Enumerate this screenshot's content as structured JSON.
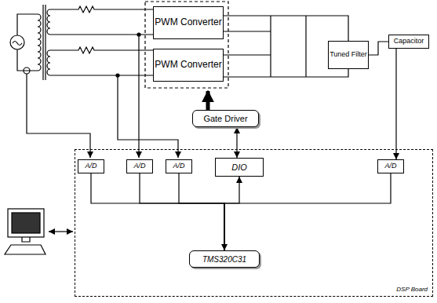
{
  "diagram": {
    "nodes": [
      {
        "text": [
          "PWM Converter"
        ]
      },
      {
        "text": [
          "PWM Converter"
        ]
      },
      {
        "text": [
          "Tuned Filter"
        ]
      },
      {
        "text": [
          "Capacitor"
        ]
      },
      {
        "text": [
          "Gate Driver"
        ]
      },
      {
        "text": [
          "DSP Board"
        ]
      },
      {
        "text": [
          "A/D"
        ],
        "in": 5
      },
      {
        "text": [
          "A/D"
        ],
        "in": 5
      },
      {
        "text": [
          "A/D"
        ],
        "in": 5
      },
      {
        "text": [
          "DIO"
        ],
        "in": 5
      },
      {
        "text": [
          "A/D"
        ],
        "in": 5
      },
      {
        "text": [
          "TMS320C31"
        ],
        "in": 5
      }
    ],
    "edges": [
      {
        "from": 4,
        "to": 1,
        "arrow": "to"
      },
      {
        "from": 4,
        "to": 9,
        "arrow": "both"
      },
      {
        "from": 0,
        "to": 2,
        "arrow": "none"
      },
      {
        "from": 1,
        "to": 2,
        "arrow": "none"
      },
      {
        "from": 2,
        "to": 3,
        "arrow": "none"
      },
      {
        "from": 3,
        "to": 10,
        "arrow": "to"
      },
      {
        "from": 6,
        "to": 11,
        "arrow": "none"
      },
      {
        "from": 7,
        "to": 11,
        "arrow": "none"
      },
      {
        "from": 8,
        "to": 11,
        "arrow": "none"
      },
      {
        "from": 9,
        "to": 11,
        "arrow": "both"
      },
      {
        "from": 10,
        "to": 11,
        "arrow": "none"
      }
    ]
  }
}
